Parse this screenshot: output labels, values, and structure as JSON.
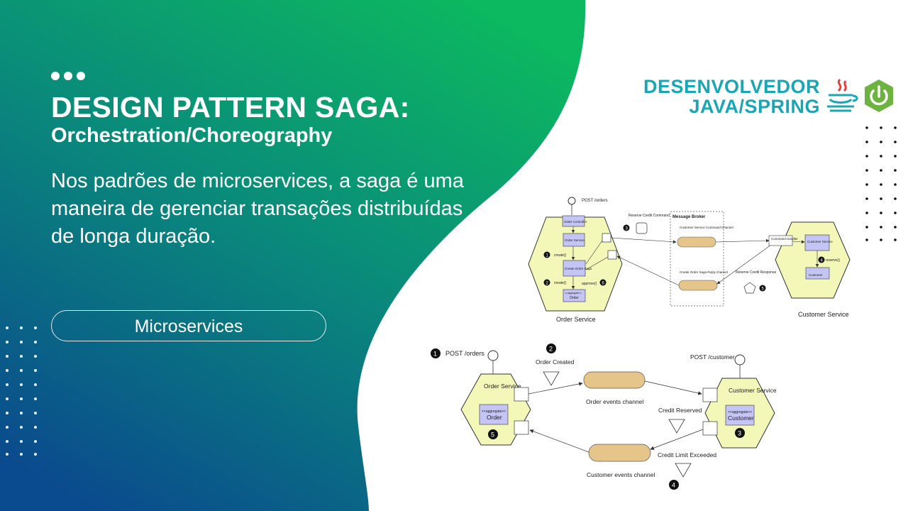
{
  "header": {
    "title": "DESIGN PATTERN SAGA:",
    "subtitle": "Orchestration/Choreography"
  },
  "description": "Nos padrões de microservices, a saga é uma maneira de gerenciar transações distribuídas de longa duração.",
  "tag_label": "Microservices",
  "brand": {
    "line1": "DESENVOLVEDOR",
    "line2": "JAVA/SPRING",
    "color": "#1aa7b5"
  },
  "icons": [
    "java-cup-icon",
    "spring-power-icon"
  ],
  "colors": {
    "gradient_top": "#0fb05e",
    "gradient_bottom": "#0a4f8c",
    "hexagon_fill": "#f3f7b8",
    "box_fill": "#c5c5f5",
    "channel_fill": "#e5c58a"
  },
  "orchestration": {
    "post_orders": "POST /orders",
    "order_controller": "Order Controller",
    "order_service_box": "Order Service",
    "create_saga_box": "Create Order Saga",
    "order_box": "Order",
    "aggregate_label": "<<aggregate>>",
    "create_label_1": "create()",
    "create_label_2": "create()",
    "approve_label": "approve()",
    "step1": "1",
    "step2": "2",
    "step3": "3",
    "step4": "4",
    "step5": "5",
    "step6": "6",
    "reserve_credit_command": "Reserve Credit Command",
    "message_broker": "Message Broker",
    "customer_command_channel": "Customer Service Command Channel",
    "saga_reply_channel": "Create Order Saga Reply channel",
    "reserve_credit_response": "Reserve Credit Response",
    "command_handler": "Command Handler",
    "customer_service_box": "Customer Service",
    "customer_box": "Customer",
    "reserve_label": "reserve()",
    "order_service_caption": "Order Service",
    "customer_service_caption": "Customer Service"
  },
  "choreography": {
    "step1": "1",
    "step2": "2",
    "step3": "3",
    "step4": "4",
    "step5": "5",
    "post_orders": "POST /orders",
    "order_created": "Order Created",
    "post_customer": "POST /customer",
    "order_service": "Order Service",
    "order_aggregate_tag": "<<aggregate>>",
    "order": "Order",
    "order_events_channel": "Order events channel",
    "credit_reserved": "Credit Reserved",
    "customer_service": "Customer Service",
    "customer_aggregate_tag": "<<aggregate>>",
    "customer": "Customer",
    "credit_limit_exceeded": "Credit Limit Exceeded",
    "customer_events_channel": "Customer events channel"
  }
}
